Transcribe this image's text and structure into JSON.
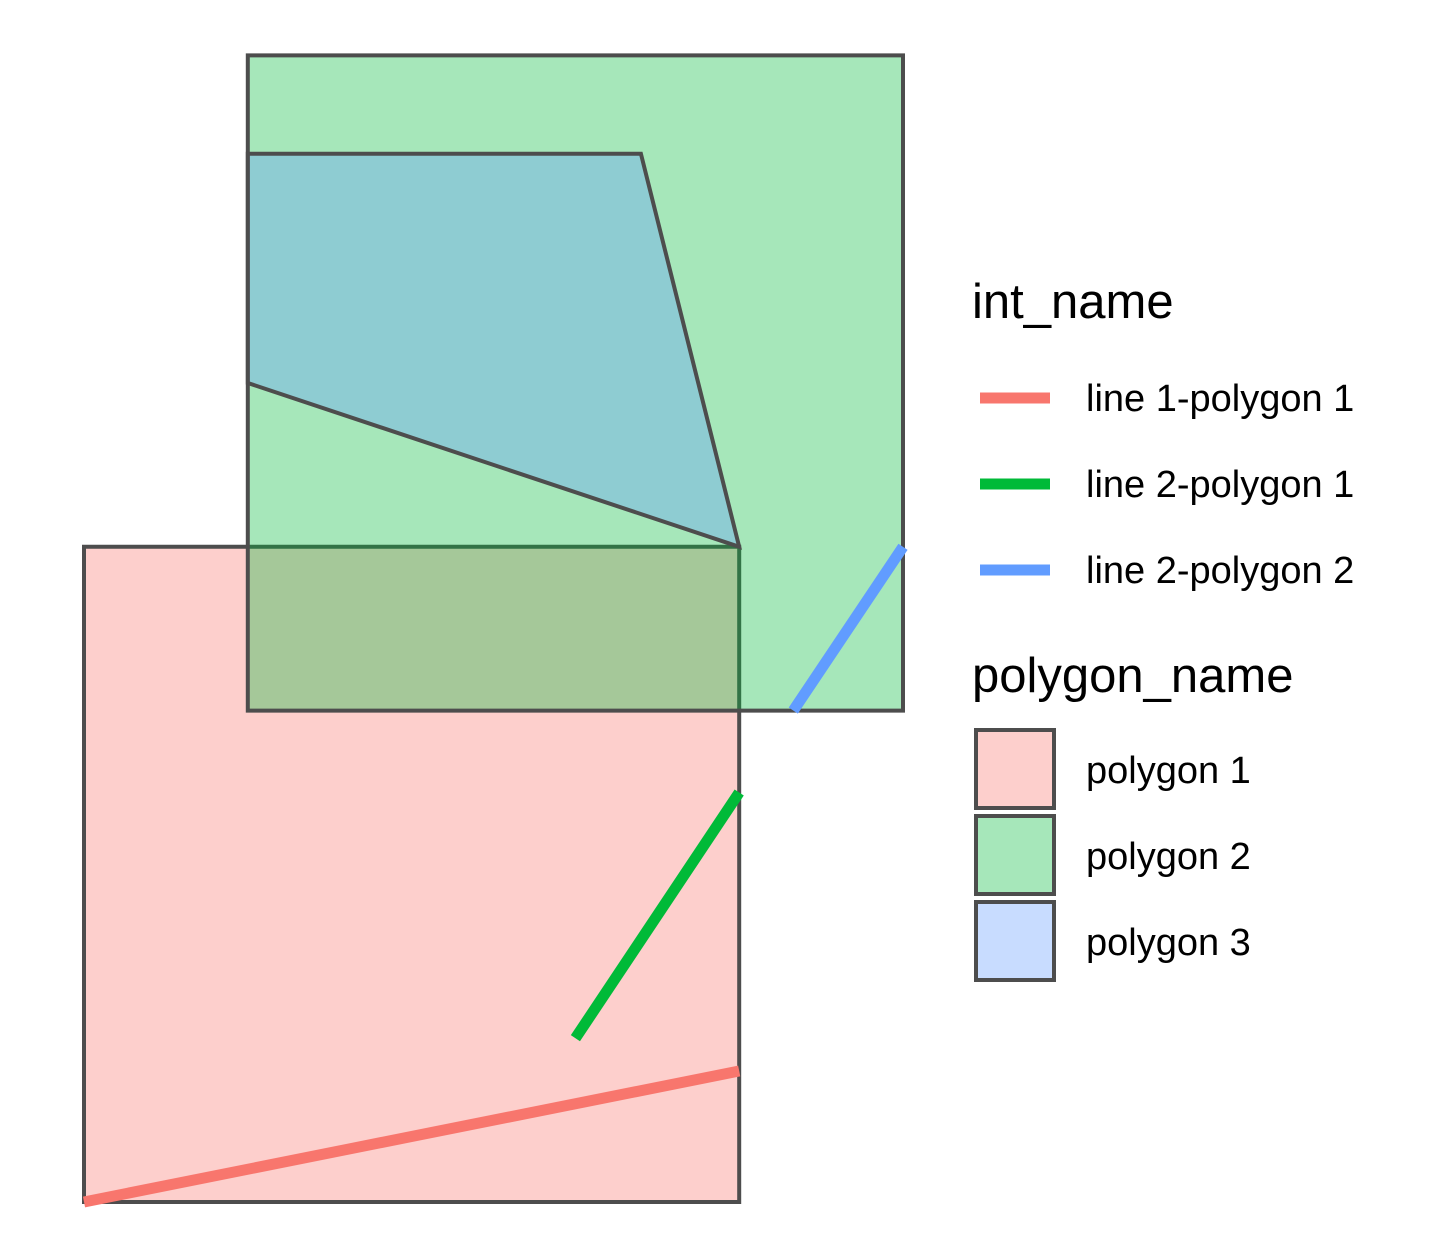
{
  "map": {
    "polygons": [
      {
        "name": "polygon 1",
        "fill": "#F8766D",
        "coords": [
          [
            0,
            0
          ],
          [
            4,
            0
          ],
          [
            4,
            4
          ],
          [
            0,
            4
          ]
        ]
      },
      {
        "name": "polygon 2",
        "fill": "#00BA38",
        "coords": [
          [
            1,
            3
          ],
          [
            5,
            3
          ],
          [
            5,
            7
          ],
          [
            1,
            7
          ]
        ]
      },
      {
        "name": "polygon 3",
        "fill": "#619CFF",
        "coords": [
          [
            1,
            5
          ],
          [
            4,
            4
          ],
          [
            3.4,
            6.4
          ],
          [
            1,
            6.4
          ]
        ]
      }
    ],
    "lines": [
      {
        "name": "line 1-polygon 1",
        "color": "#F8766D",
        "coords": [
          [
            0,
            0
          ],
          [
            4,
            0.8
          ]
        ]
      },
      {
        "name": "line 2-polygon 1",
        "color": "#00BA38",
        "coords": [
          [
            3,
            1.0
          ],
          [
            4,
            2.5
          ]
        ]
      },
      {
        "name": "line 2-polygon 2",
        "color": "#619CFF",
        "coords": [
          [
            4.33,
            3
          ],
          [
            5,
            4.0
          ]
        ]
      }
    ],
    "outline_color": "#4D4D4D",
    "fill_alpha": 0.35,
    "extent": {
      "x": [
        0,
        5
      ],
      "y": [
        0,
        7
      ]
    }
  },
  "legend": {
    "line_title": "int_name",
    "line_items": [
      {
        "label": "line 1-polygon 1",
        "color": "#F8766D"
      },
      {
        "label": "line 2-polygon 1",
        "color": "#00BA38"
      },
      {
        "label": "line 2-polygon 2",
        "color": "#619CFF"
      }
    ],
    "fill_title": "polygon_name",
    "fill_items": [
      {
        "label": "polygon 1",
        "color": "#F8766D"
      },
      {
        "label": "polygon 2",
        "color": "#00BA38"
      },
      {
        "label": "polygon 3",
        "color": "#619CFF"
      }
    ]
  }
}
